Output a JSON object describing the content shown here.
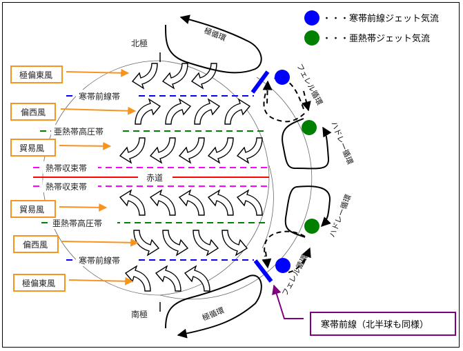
{
  "legend": {
    "items": [
      {
        "label": "・・・寒帯前線ジェット気流",
        "color": "#0000ff"
      },
      {
        "label": "・・・亜熱帯ジェット気流",
        "color": "#008000"
      }
    ]
  },
  "poles": {
    "north": "北極",
    "south": "南極"
  },
  "zones": {
    "polar_front_north": "寒帯前線帯",
    "subtropical_high_north": "亜熱帯高圧帯",
    "itcz_north": "熱帯収束帯",
    "equator": "赤道",
    "itcz_south": "熱帯収束帯",
    "subtropical_high_south": "亜熱帯高圧帯",
    "polar_front_south": "寒帯前線帯"
  },
  "wind_boxes": {
    "polar_easterlies_north": "極偏東風",
    "westerlies_north": "偏西風",
    "trade_winds_north": "貿易風",
    "trade_winds_south": "貿易風",
    "westerlies_south": "偏西風",
    "polar_easterlies_south": "極偏東風"
  },
  "cells": {
    "polar_north": "極循環",
    "ferrel_north": "フェレル循環",
    "hadley_north": "ハドレー循環",
    "hadley_south": "ハドレー循環",
    "ferrel_south": "フェレル循環",
    "polar_south": "極循環"
  },
  "callout": {
    "label": "寒帯前線（北半球も同様）"
  },
  "colors": {
    "polar_front": "#0000ff",
    "subtropical_high": "#008000",
    "itcz": "#ff00ff",
    "equator": "#ff0000",
    "wind_box_border": "#f7941d",
    "wind_arrow": "#f7941d",
    "callout_border": "#7f007f"
  }
}
